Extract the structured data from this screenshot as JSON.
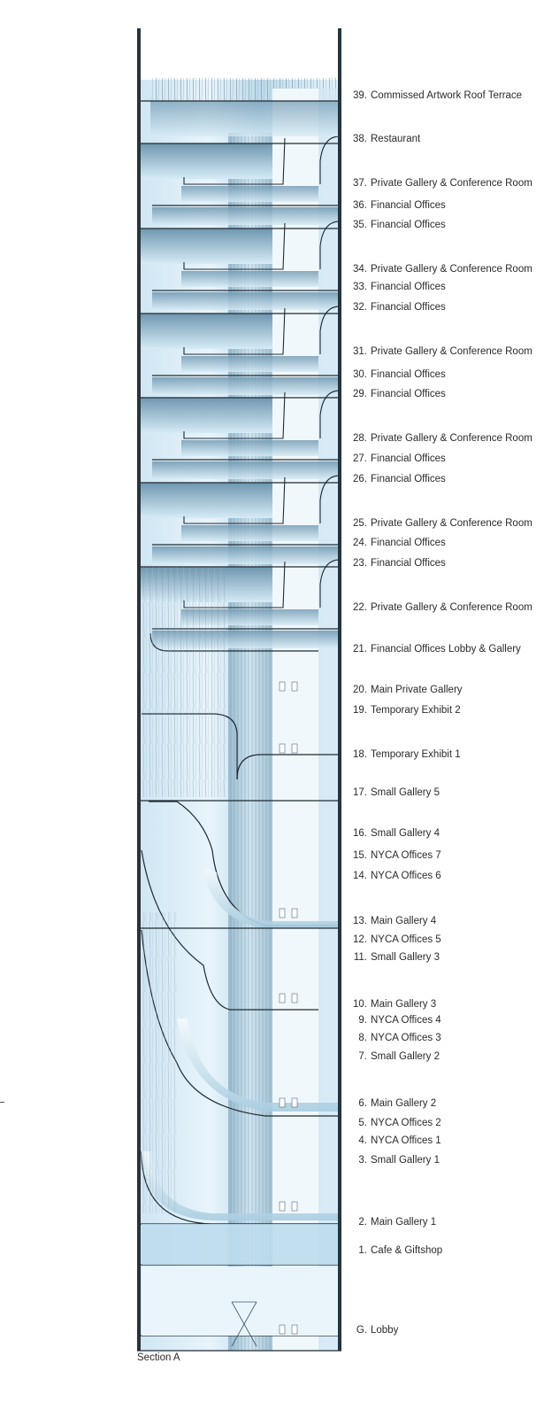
{
  "caption": "Section A",
  "floors": [
    {
      "num": "39.",
      "name": "Commissed Artwork Roof Terrace"
    },
    {
      "num": "38.",
      "name": "Restaurant"
    },
    {
      "num": "37.",
      "name": "Private Gallery & Conference Room"
    },
    {
      "num": "36.",
      "name": "Financial Offices"
    },
    {
      "num": "35.",
      "name": "Financial Offices"
    },
    {
      "num": "34.",
      "name": "Private Gallery & Conference Room"
    },
    {
      "num": "33.",
      "name": "Financial Offices"
    },
    {
      "num": "32.",
      "name": "Financial Offices"
    },
    {
      "num": "31.",
      "name": "Private Gallery & Conference Room"
    },
    {
      "num": "30.",
      "name": "Financial Offices"
    },
    {
      "num": "29.",
      "name": "Financial Offices"
    },
    {
      "num": "28.",
      "name": "Private Gallery & Conference Room"
    },
    {
      "num": "27.",
      "name": "Financial Offices"
    },
    {
      "num": "26.",
      "name": "Financial Offices"
    },
    {
      "num": "25.",
      "name": "Private Gallery & Conference Room"
    },
    {
      "num": "24.",
      "name": "Financial Offices"
    },
    {
      "num": "23.",
      "name": "Financial Offices"
    },
    {
      "num": "22.",
      "name": "Private Gallery & Conference Room"
    },
    {
      "num": "21.",
      "name": "Financial Offices Lobby & Gallery"
    },
    {
      "num": "20.",
      "name": "Main Private Gallery"
    },
    {
      "num": "19.",
      "name": "Temporary Exhibit 2"
    },
    {
      "num": "18.",
      "name": "Temporary Exhibit 1"
    },
    {
      "num": "17.",
      "name": "Small Gallery 5"
    },
    {
      "num": "16.",
      "name": "Small Gallery 4"
    },
    {
      "num": "15.",
      "name": "NYCA Offices 7"
    },
    {
      "num": "14.",
      "name": "NYCA Offices 6"
    },
    {
      "num": "13.",
      "name": "Main Gallery 4"
    },
    {
      "num": "12.",
      "name": "NYCA Offices 5"
    },
    {
      "num": "11.",
      "name": "Small Gallery 3"
    },
    {
      "num": "10.",
      "name": "Main Gallery 3"
    },
    {
      "num": "9.",
      "name": "NYCA Offices 4"
    },
    {
      "num": "8.",
      "name": "NYCA Offices 3"
    },
    {
      "num": "7.",
      "name": "Small Gallery 2"
    },
    {
      "num": "6.",
      "name": "Main Gallery 2"
    },
    {
      "num": "5.",
      "name": "NYCA Offices 2"
    },
    {
      "num": "4.",
      "name": "NYCA Offices 1"
    },
    {
      "num": "3.",
      "name": "Small Gallery 1"
    },
    {
      "num": "2.",
      "name": "Main Gallery 1"
    },
    {
      "num": "1.",
      "name": "Cafe & Giftshop"
    },
    {
      "num": "G.",
      "name": "Lobby"
    }
  ],
  "colors": {
    "glass_light": "#e4f2fa",
    "glass_mid": "#bfdeee",
    "glass_dark": "#6e94ad",
    "outline": "#1e2a33",
    "slab": "#ffffff"
  }
}
